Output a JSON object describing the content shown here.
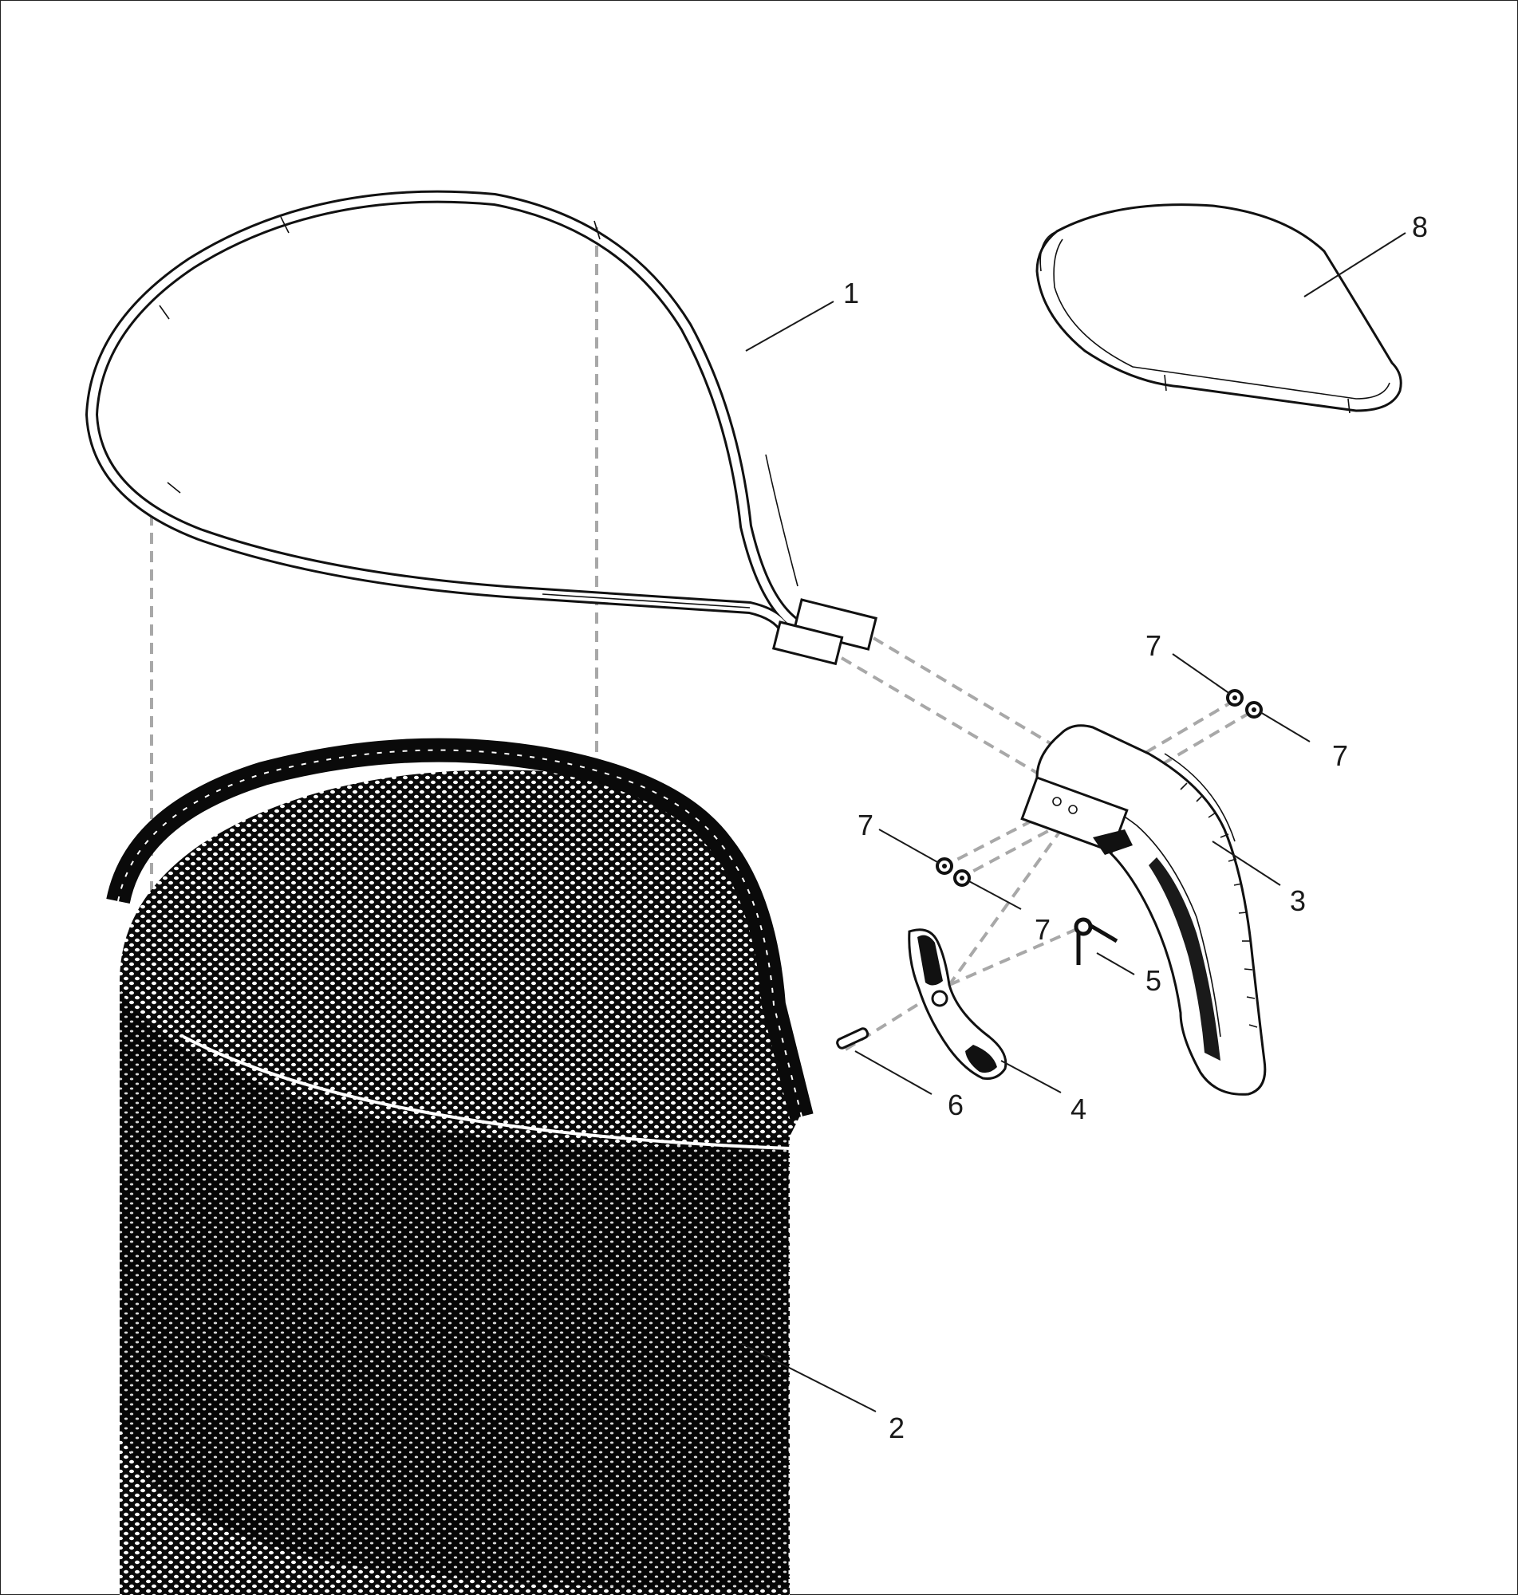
{
  "callouts": [
    {
      "id": "hoop-frame",
      "label": "1"
    },
    {
      "id": "mesh-net",
      "label": "2"
    },
    {
      "id": "handle",
      "label": "3"
    },
    {
      "id": "latch-lever",
      "label": "4"
    },
    {
      "id": "spring",
      "label": "5"
    },
    {
      "id": "pin",
      "label": "6"
    },
    {
      "id": "nut-upper-left",
      "label": "7"
    },
    {
      "id": "nut-upper-right",
      "label": "7"
    },
    {
      "id": "nut-lower-left",
      "label": "7"
    },
    {
      "id": "nut-lower-right",
      "label": "7"
    },
    {
      "id": "cover-pad",
      "label": "8"
    }
  ],
  "colors": {
    "line": "#111111",
    "mesh": "#0a0a0a",
    "assembly_dash": "#a8a8a8",
    "background": "#ffffff"
  }
}
